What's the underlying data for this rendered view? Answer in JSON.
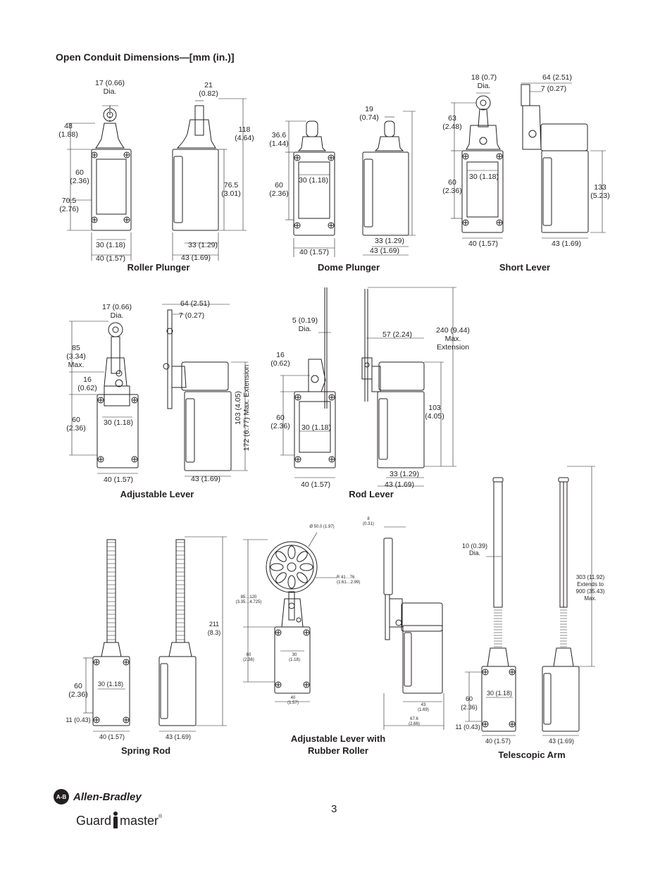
{
  "heading": "Open Conduit Dimensions—[mm (in.)]",
  "page_number": "3",
  "brand": {
    "allen_bradley": "Allen-Bradley",
    "ab_badge": "A-B",
    "guardmaster_pre": "Guard",
    "guardmaster_post": "master",
    "registered": "®"
  },
  "captions": {
    "roller_plunger": "Roller Plunger",
    "dome_plunger": "Dome Plunger",
    "short_lever": "Short Lever",
    "adjustable_lever": "Adjustable Lever",
    "rod_lever": "Rod Lever",
    "spring_rod": "Spring Rod",
    "adjustable_lever_rubber": "Adjustable Lever with Rubber Roller",
    "telescopic_arm": "Telescopic Arm"
  },
  "dims": {
    "rp_dia": "17 (0.66)\nDia.",
    "rp_48": "48\n(1.88)",
    "rp_60": "60\n(2.36)",
    "rp_70": "70.5\n(2.76)",
    "rp_30": "30 (1.18)",
    "rp_40": "40 (1.57)",
    "rp_21": "21\n(0.82)",
    "rp_118": "118\n(4.64)",
    "rp_76": "76.5\n(3.01)",
    "rp_33": "33 (1.29)",
    "rp_43": "43 (1.69)",
    "dp_36": "36.6\n(1.44)",
    "dp_30": "30 (1.18)",
    "dp_60": "60\n(2.36)",
    "dp_40": "40 (1.57)",
    "dp_19": "19\n(0.74)",
    "dp_33": "33 (1.29)",
    "dp_43": "43 (1.69)",
    "sl_dia": "18 (0.7)\nDia.",
    "sl_63": "63\n(2.48)",
    "sl_30": "30 (1.18)",
    "sl_60": "60\n(2.36)",
    "sl_40": "40 (1.57)",
    "sl_64": "64 (2.51)",
    "sl_7": "7 (0.27)",
    "sl_133": "133\n(5.23)",
    "sl_43": "43 (1.69)",
    "al_dia": "17 (0.66)\nDia.",
    "al_85": "85\n(3.34)\nMax.",
    "al_16": "16\n(0.62)",
    "al_30": "30 (1.18)",
    "al_60": "60\n(2.36)",
    "al_40": "40 (1.57)",
    "al_64": "64 (2.51)",
    "al_7": "7 (0.27)",
    "al_vert": "103 (4.05)\n172 (6.77) Max. Extension",
    "al_43": "43 (1.69)",
    "rl_5": "5 (0.19)\nDia.",
    "rl_16": "16\n(0.62)",
    "rl_60": "60\n(2.36)",
    "rl_30": "30 (1.18)",
    "rl_40": "40 (1.57)",
    "rl_57": "57 (2.24)",
    "rl_240": "240 (9.44)\nMax.\nExtension",
    "rl_103": "103\n(4.05)",
    "rl_33": "33 (1.29)",
    "rl_43": "43 (1.69)",
    "sr_60": "60\n(2.36)",
    "sr_30": "30 (1.18)",
    "sr_11": "11 (0.43)",
    "sr_40": "40 (1.57)",
    "sr_211": "211\n(8.3)",
    "sr_43": "43 (1.69)",
    "ar_dia": "Ø 50.0 (1.97)",
    "ar_r": "R 41…76\n(1.61…2.99)",
    "ar_85": "85…120\n(3.35…4.725)",
    "ar_60": "60\n(2.36)",
    "ar_30": "30\n(1.18)",
    "ar_40": "40\n(1.57)",
    "ar_8": "8\n(0.31)",
    "ar_43": "43\n(1.69)",
    "ar_67": "67.6\n(2.66)",
    "ta_10": "10 (0.39)\nDia.",
    "ta_60": "60\n(2.36)",
    "ta_30": "30 (1.18)",
    "ta_11": "11 (0.43)",
    "ta_40": "40 (1.57)",
    "ta_303": "303 (11.92)\nExtends to\n900 (35.43)\nMax.",
    "ta_43": "43 (1.69)"
  }
}
